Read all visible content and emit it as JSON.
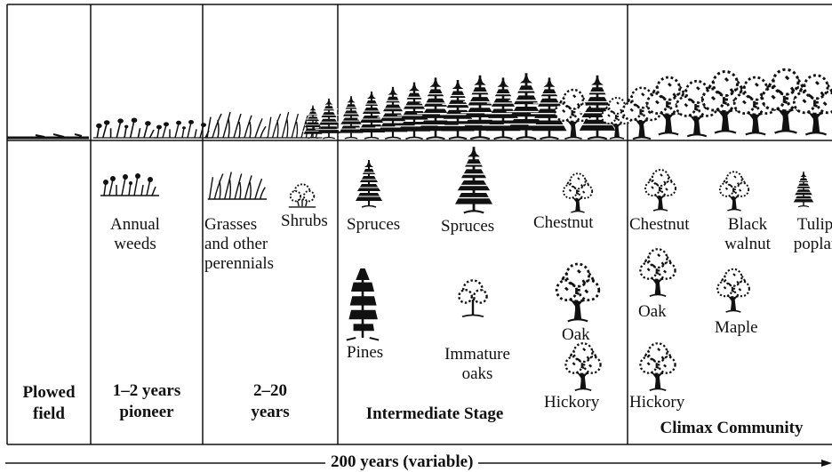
{
  "stages": [
    {
      "id": "plowed",
      "label": "Plowed\nfield"
    },
    {
      "id": "pioneer",
      "label": "1–2 years\npioneer"
    },
    {
      "id": "perennial",
      "label": "2–20\nyears"
    },
    {
      "id": "intermediate",
      "label": "Intermediate Stage"
    },
    {
      "id": "climax",
      "label": "Climax Community"
    }
  ],
  "plants": {
    "annual_weeds": "Annual\nweeds",
    "grasses": "Grasses\nand other\nperennials",
    "shrubs": "Shrubs",
    "spruces_1": "Spruces",
    "spruces_2": "Spruces",
    "pines": "Pines",
    "immature_oaks": "Immature\noaks",
    "chestnut_int": "Chestnut",
    "oak_int": "Oak",
    "hickory_int": "Hickory",
    "chestnut_climax": "Chestnut",
    "black_walnut": "Black\nwalnut",
    "tulip_poplar": "Tulip\npoplar",
    "oak_climax": "Oak",
    "maple": "Maple",
    "hickory_climax": "Hickory"
  },
  "timeline": {
    "label": "200 years (variable)"
  },
  "icons": [
    "weed-icon",
    "grass-icon",
    "shrub-icon",
    "spruce-icon",
    "pine-icon",
    "oak-sapling-icon",
    "broadleaf-tree-icon"
  ],
  "colors": {
    "ink": "#111111",
    "background": "#ffffff"
  }
}
